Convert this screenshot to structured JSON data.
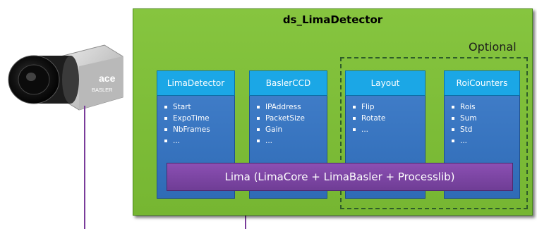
{
  "colors": {
    "container_green": "#7dbc38",
    "module_header": "#1ba7e6",
    "module_body": "#3a76c0",
    "lima_bar": "#7b45a3",
    "cable": "#7a3c9a"
  },
  "camera": {
    "brand_top": "ace",
    "brand_bottom": "BASLER"
  },
  "container": {
    "title": "ds_LimaDetector",
    "optional_label": "Optional"
  },
  "modules": [
    {
      "title": "LimaDetector",
      "items": [
        "Start",
        "ExpoTime",
        "NbFrames",
        "..."
      ]
    },
    {
      "title": "BaslerCCD",
      "items": [
        "IPAddress",
        "PacketSize",
        "Gain",
        "..."
      ]
    },
    {
      "title": "Layout",
      "items": [
        "Flip",
        "Rotate",
        "..."
      ]
    },
    {
      "title": "RoiCounters",
      "items": [
        "Rois",
        "Sum",
        "Std",
        "..."
      ]
    }
  ],
  "lima": {
    "label": "Lima (LimaCore + LimaBasler + Processlib)"
  }
}
